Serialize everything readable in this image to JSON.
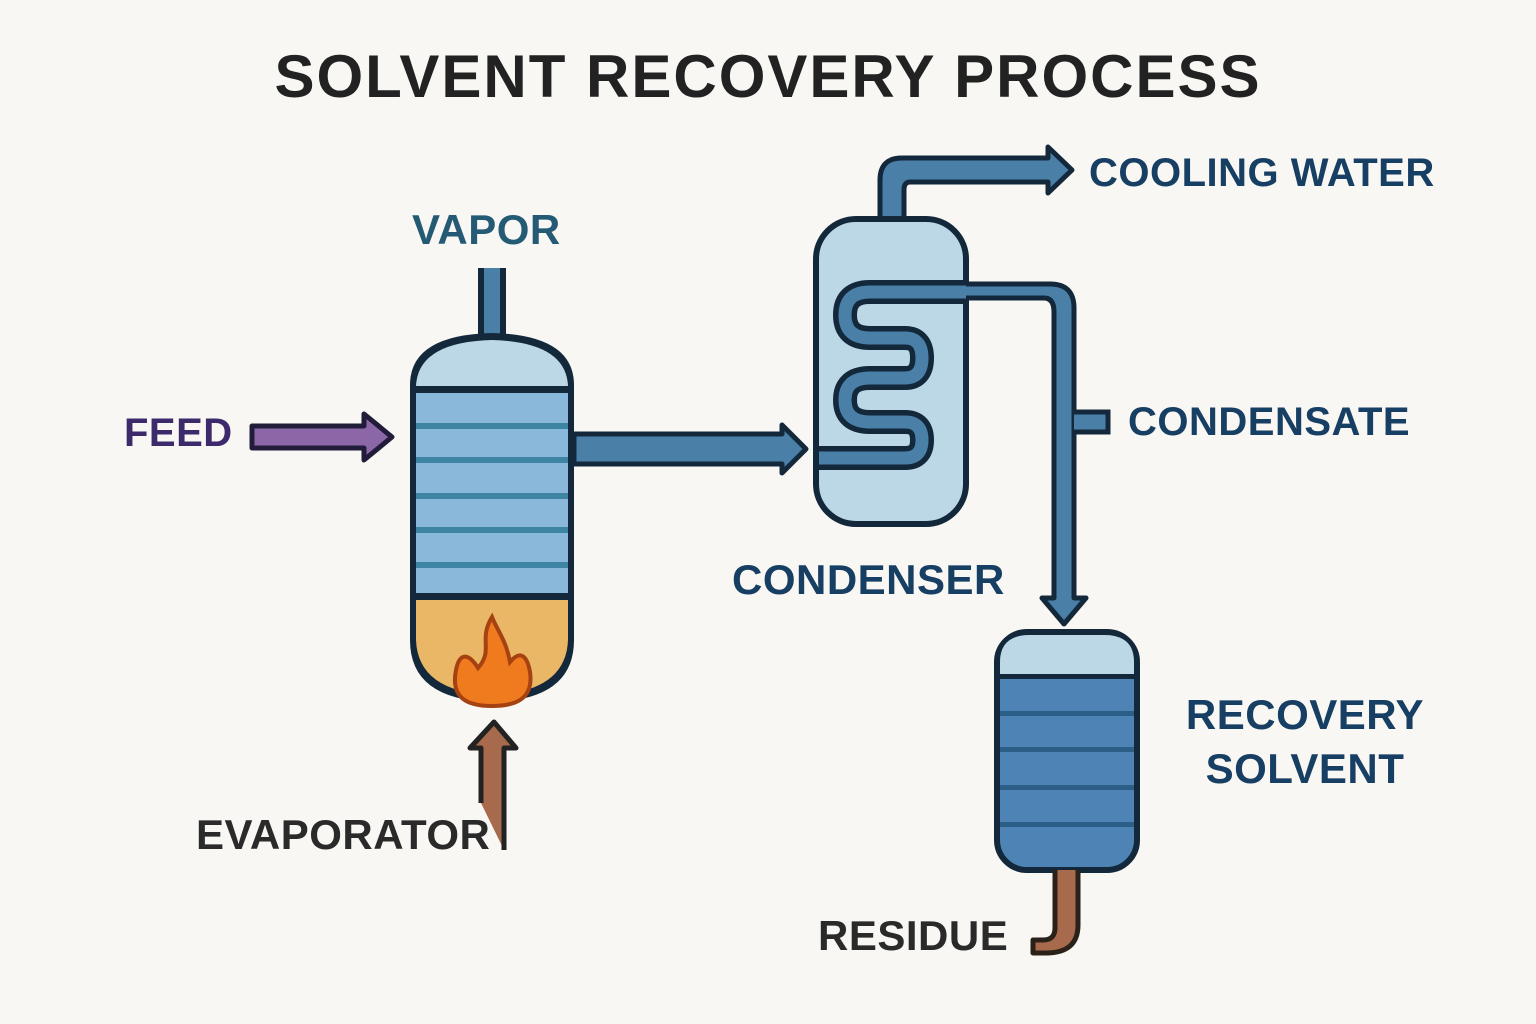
{
  "title": "SOLVENT RECOVERY PROCESS",
  "labels": {
    "vapor": "VAPOR",
    "feed": "FEED",
    "evaporator": "EVAPORATOR",
    "condenser": "CONDENSER",
    "cooling_water": "COOLING WATER",
    "condensate": "CONDENSATE",
    "recovery_line1": "RECOVERY",
    "recovery_line2": "SOLVENT",
    "residue": "RESIDUE"
  },
  "colors": {
    "outline": "#13283a",
    "pipe_blue": "#4a7fa8",
    "tank_light": "#bcd7e5",
    "tank_mid": "#8ab8da",
    "tank_dark": "#4d84b5",
    "tray": "#3e85a3",
    "feed_arrow": "#8c67a8",
    "heat_zone": "#e9b766",
    "flame": "#f07a1e",
    "brown_pipe": "#a86a4c"
  }
}
